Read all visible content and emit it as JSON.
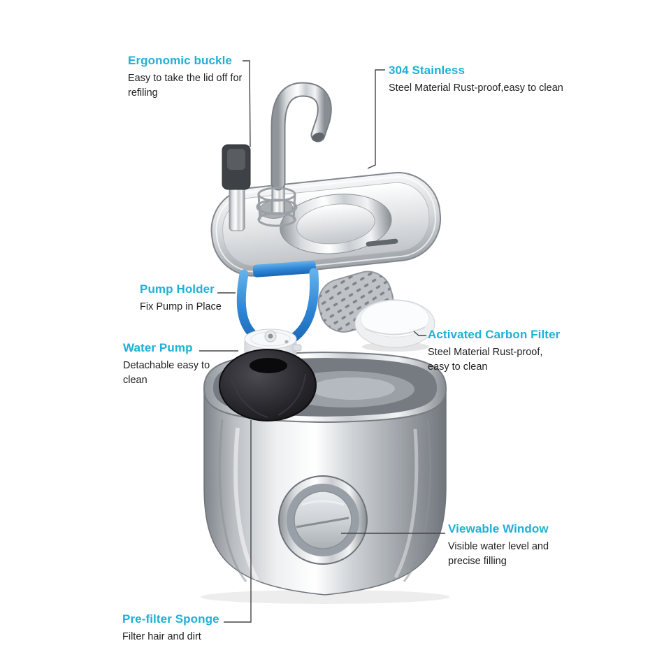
{
  "colors": {
    "accent": "#1eb0d6",
    "connector": "#454545",
    "holder_blue": "#2e86d6"
  },
  "labels": {
    "ergonomic_buckle": {
      "title": "Ergonomic buckle",
      "desc": "Easy to take the lid off for refiling"
    },
    "stainless_304": {
      "title": "304 Stainless",
      "desc": "Steel Material Rust-proof,easy to clean"
    },
    "pump_holder": {
      "title": "Pump Holder",
      "desc": "Fix Pump in Place"
    },
    "water_pump": {
      "title": "Water Pump",
      "desc": "Detachable easy to clean"
    },
    "carbon_filter": {
      "title": "Activated Carbon Filter",
      "desc": "Steel Material Rust-proof, easy to clean"
    },
    "viewable_window": {
      "title": "Viewable Window",
      "desc": "Visible water level and precise filling"
    },
    "prefilter_sponge": {
      "title": "Pre-filter Sponge",
      "desc": "Filter hair and dirt"
    }
  },
  "part_names": [
    "faucet-spout",
    "lid-tray",
    "buckle-clip",
    "pump-holder-bracket",
    "strainer-basket",
    "carbon-filter",
    "water-pump",
    "prefilter-sponge",
    "basin",
    "viewable-window"
  ]
}
